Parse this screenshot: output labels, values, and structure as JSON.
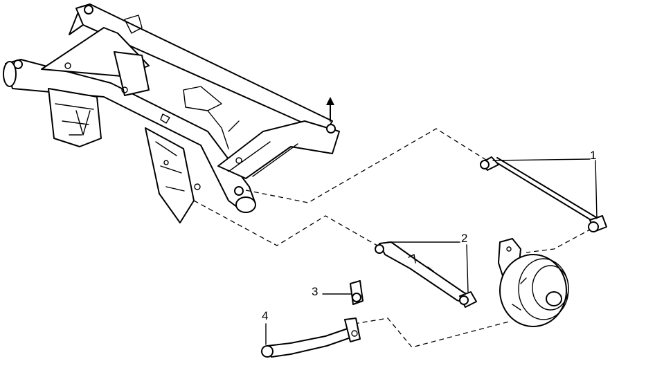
{
  "callouts": [
    {
      "id": "1",
      "label": "1"
    },
    {
      "id": "2",
      "label": "2"
    },
    {
      "id": "3",
      "label": "3"
    },
    {
      "id": "4",
      "label": "4"
    }
  ],
  "colors": {
    "ink": "#000000",
    "paper": "#ffffff"
  },
  "icons": {
    "front_marker": "up-arrow-icon"
  }
}
